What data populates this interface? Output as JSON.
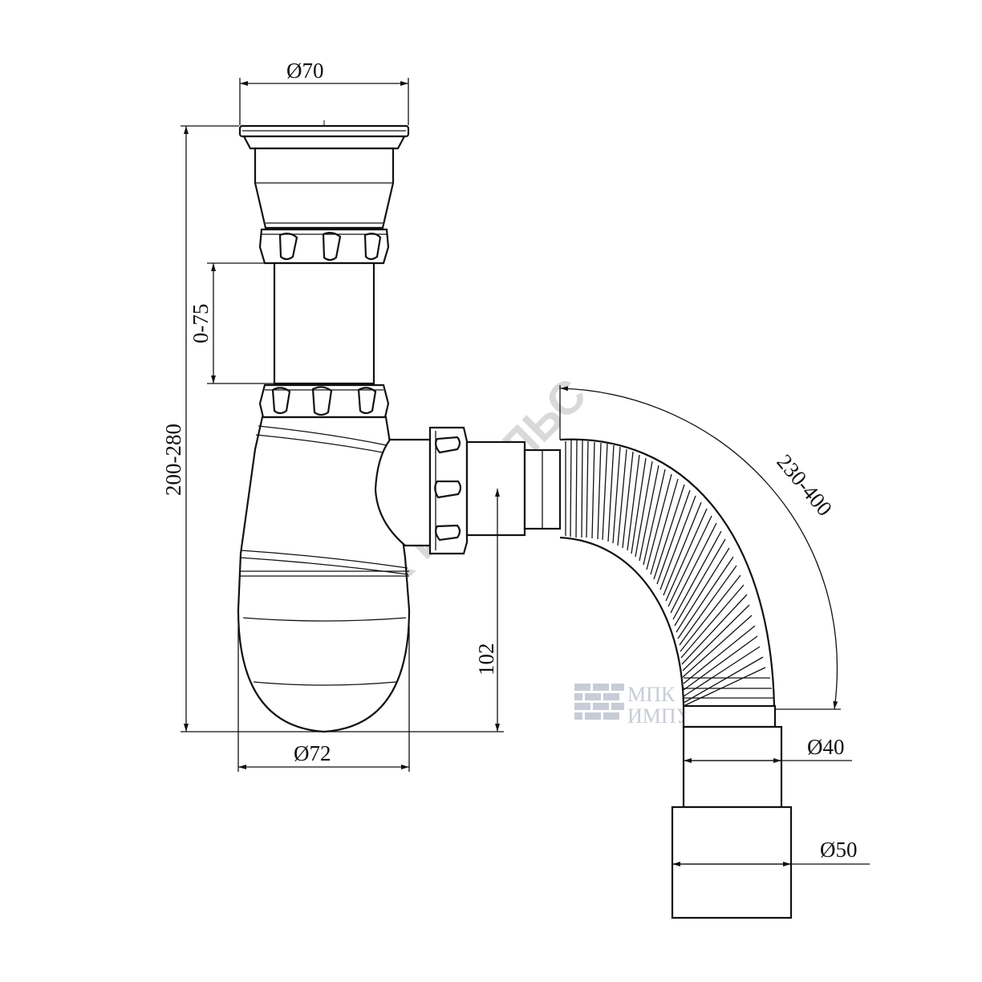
{
  "dimensions": {
    "top_diameter": "Ø70",
    "bottom_diameter": "Ø72",
    "total_height": "200-280",
    "adjust_range": "0-75",
    "outlet_height": "102",
    "hose_length": "230-400",
    "outlet_small": "Ø40",
    "outlet_large": "Ø50"
  },
  "watermark": {
    "diagonal": "МПК ИМПУЛЬС",
    "logo_line1": "МПК",
    "logo_line2": "ИМПУЛЬС"
  },
  "colors": {
    "line": "#111111",
    "watermark": "#d9d9d9",
    "logo": "#c7ccd6"
  }
}
